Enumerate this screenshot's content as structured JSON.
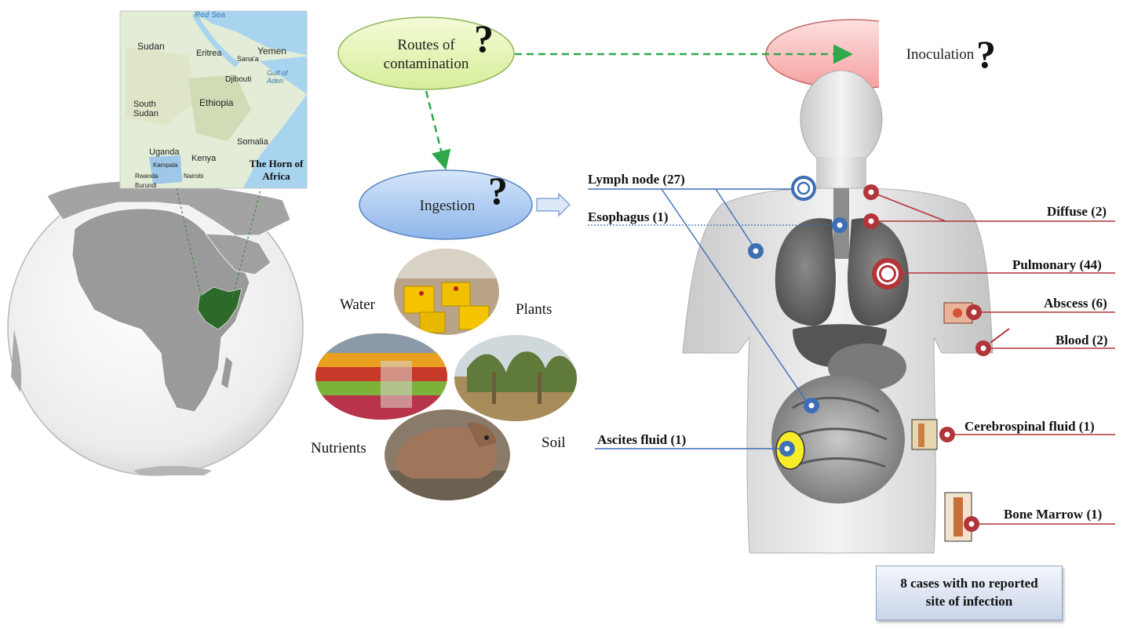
{
  "map": {
    "red_sea": "Red Sea",
    "countries": [
      "Sudan",
      "Eritrea",
      "Yemen",
      "Sana'a",
      "Djibouti",
      "Gulf of Aden",
      "South Sudan",
      "Ethiopia",
      "Somalia",
      "Uganda",
      "Kenya",
      "Kampala",
      "Nairobi",
      "Rwanda",
      "Burundi"
    ],
    "callout": "The Horn of Africa"
  },
  "flow": {
    "routes": {
      "line1": "Routes of",
      "line2": "contamination",
      "mark": "?"
    },
    "ingestion": {
      "label": "Ingestion",
      "mark": "?"
    },
    "inoculation": {
      "label": "Inoculation",
      "mark": "?"
    }
  },
  "sources": [
    "Water",
    "Plants",
    "Nutrients",
    "Soil"
  ],
  "sites_left": [
    {
      "label": "Lymph node (27)",
      "color": "#3d6fb5"
    },
    {
      "label": "Esophagus (1)",
      "color": "#3d6fb5"
    },
    {
      "label": "Ascites fluid (1)",
      "color": "#3d6fb5"
    }
  ],
  "sites_right": [
    {
      "label": "Diffuse (2)",
      "color": "#b2353a"
    },
    {
      "label": "Pulmonary (44)",
      "color": "#b2353a"
    },
    {
      "label": "Abscess (6)",
      "color": "#b2353a"
    },
    {
      "label": "Blood (2)",
      "color": "#b2353a"
    },
    {
      "label": "Cerebrospinal fluid (1)",
      "color": "#b2353a"
    },
    {
      "label": "Bone Marrow (1)",
      "color": "#b2353a"
    }
  ],
  "note": {
    "line1": "8 cases with no reported",
    "line2": "site of infection"
  }
}
